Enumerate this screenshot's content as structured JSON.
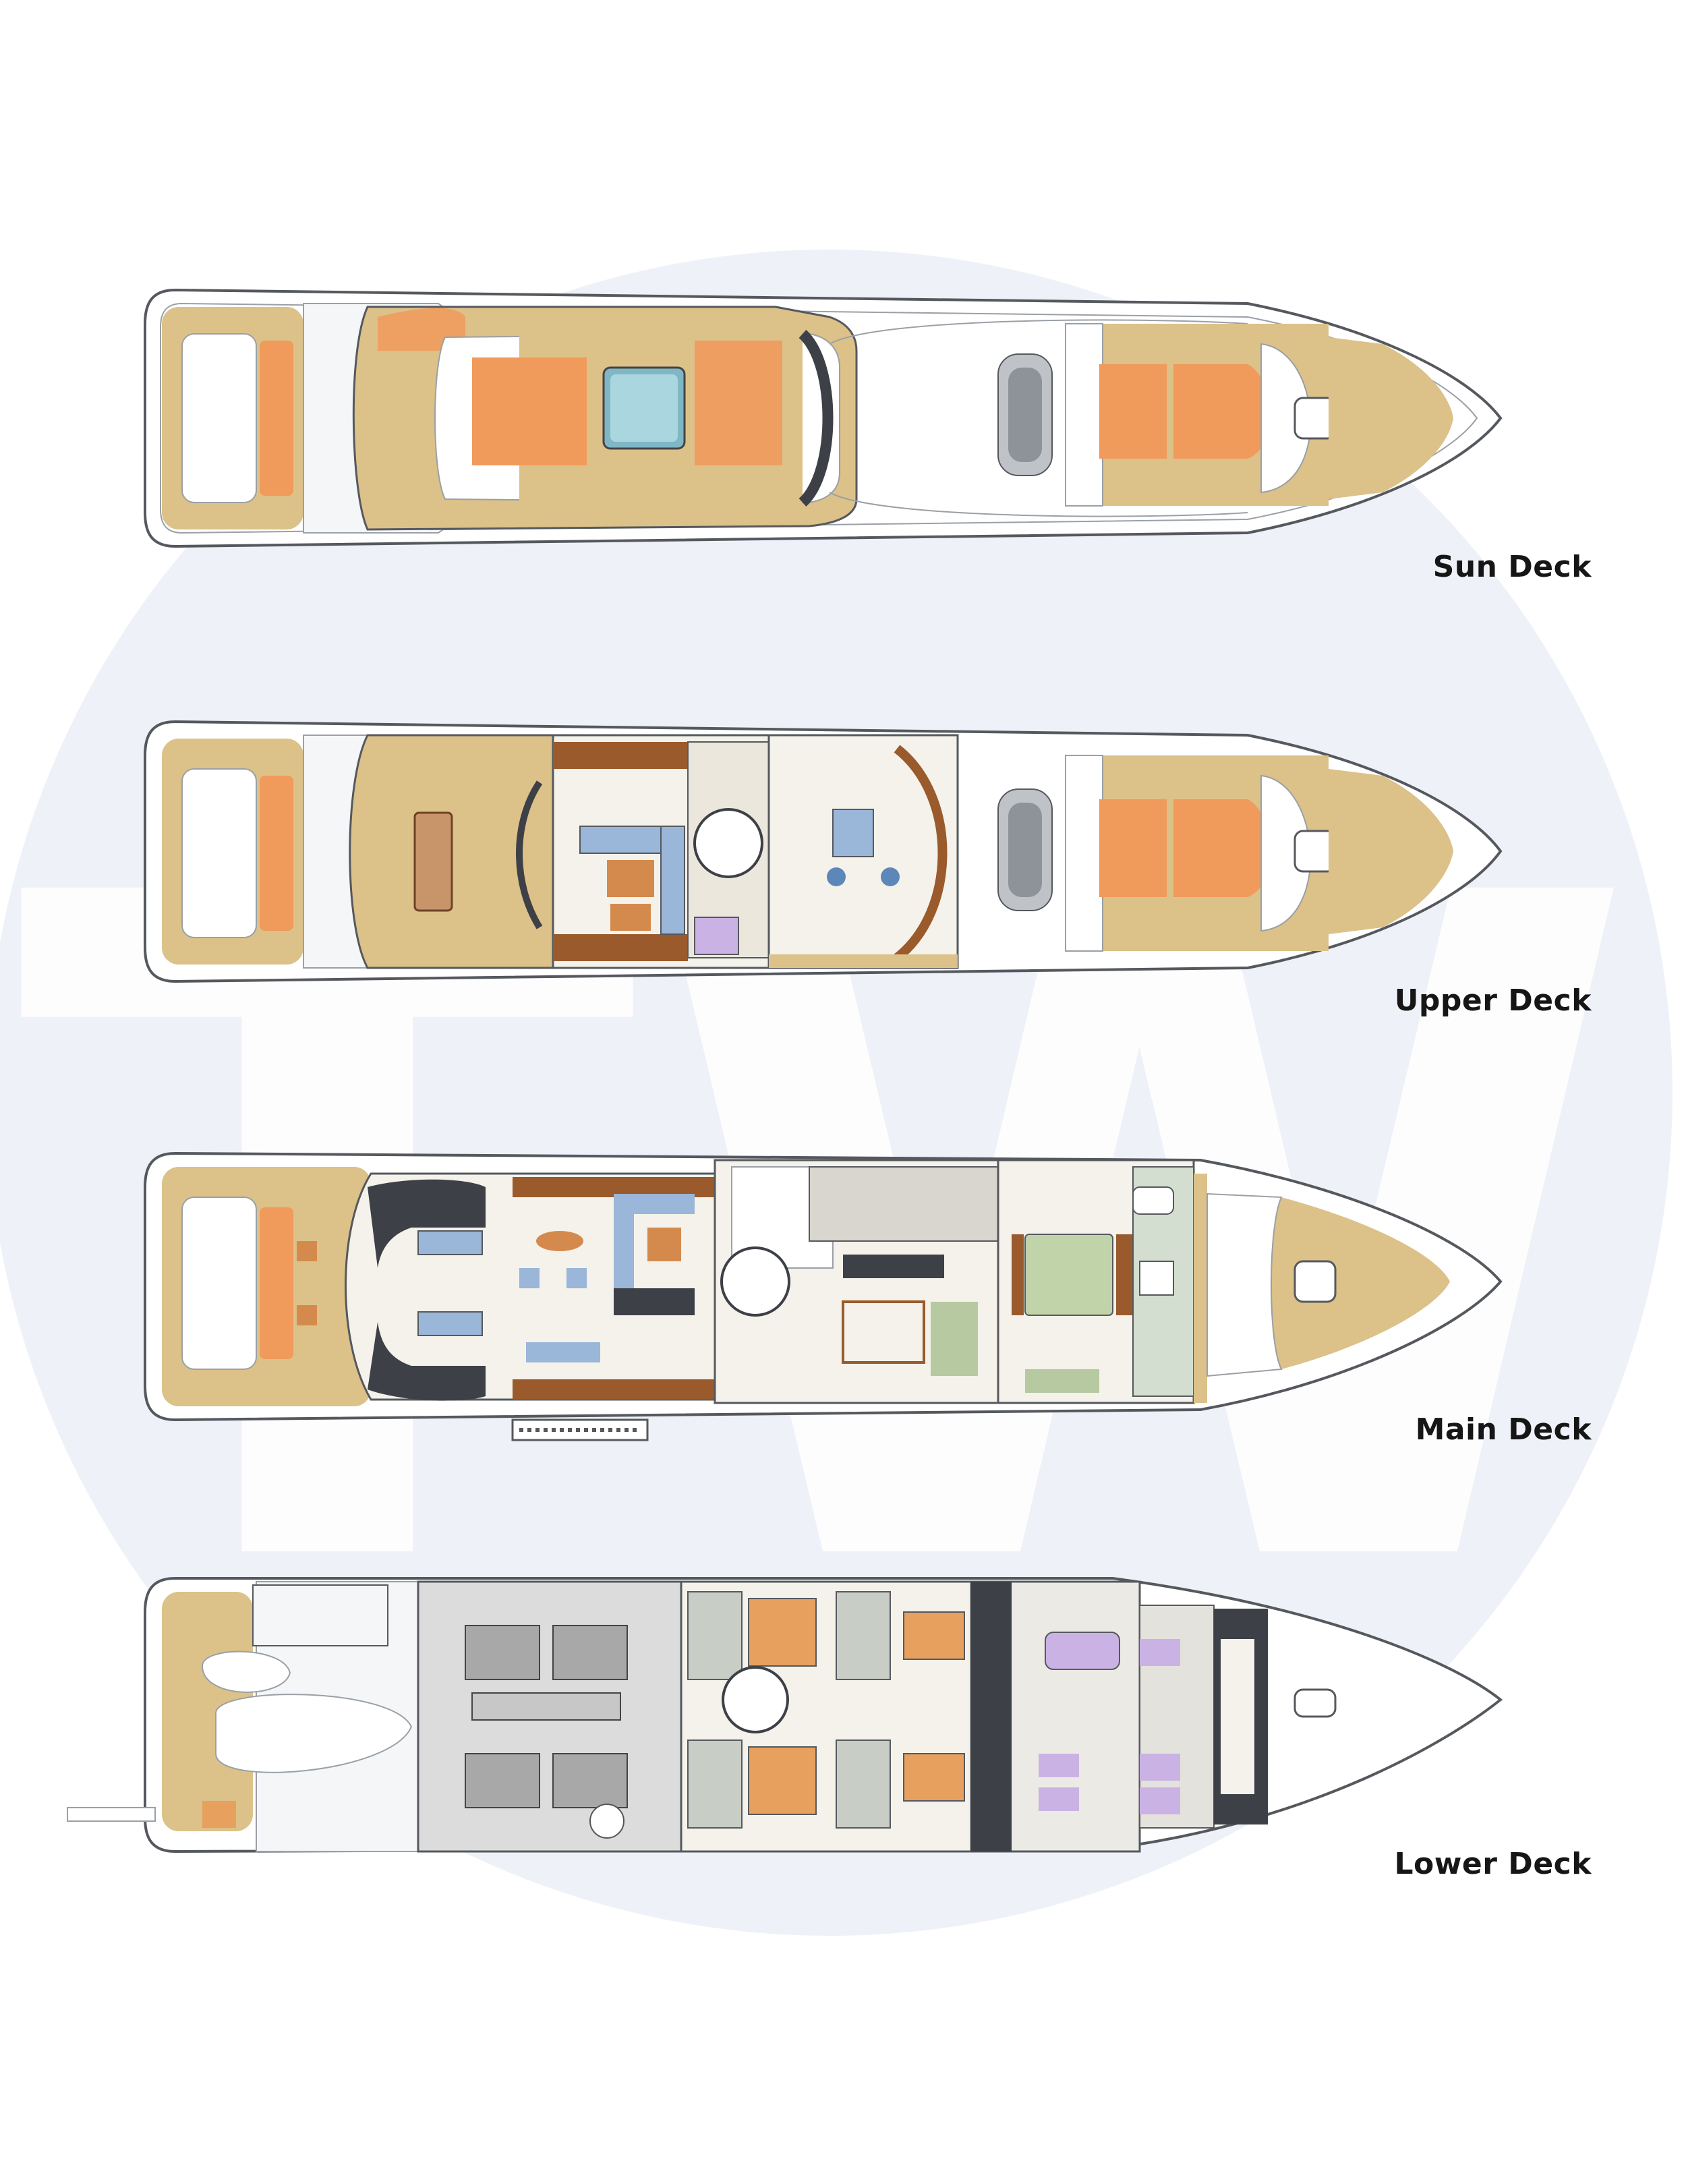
{
  "watermark": {
    "letters": "TW",
    "circle_color": "#eef2f8"
  },
  "colors": {
    "teak": "#dcc189",
    "hull_line": "#55595e",
    "cushion": "#f09a5c",
    "interior": "#f4f2ea",
    "wood": "#9a5a2c",
    "sofa_blue": "#9ab6d8",
    "cabin_purple": "#cbb2e4",
    "dark_fixture": "#3d4046",
    "machinery": "#c7c7c7"
  },
  "decks": [
    {
      "id": "sun",
      "label": "Sun Deck"
    },
    {
      "id": "upper",
      "label": "Upper Deck"
    },
    {
      "id": "main",
      "label": "Main Deck"
    },
    {
      "id": "lower",
      "label": "Lower Deck"
    }
  ]
}
